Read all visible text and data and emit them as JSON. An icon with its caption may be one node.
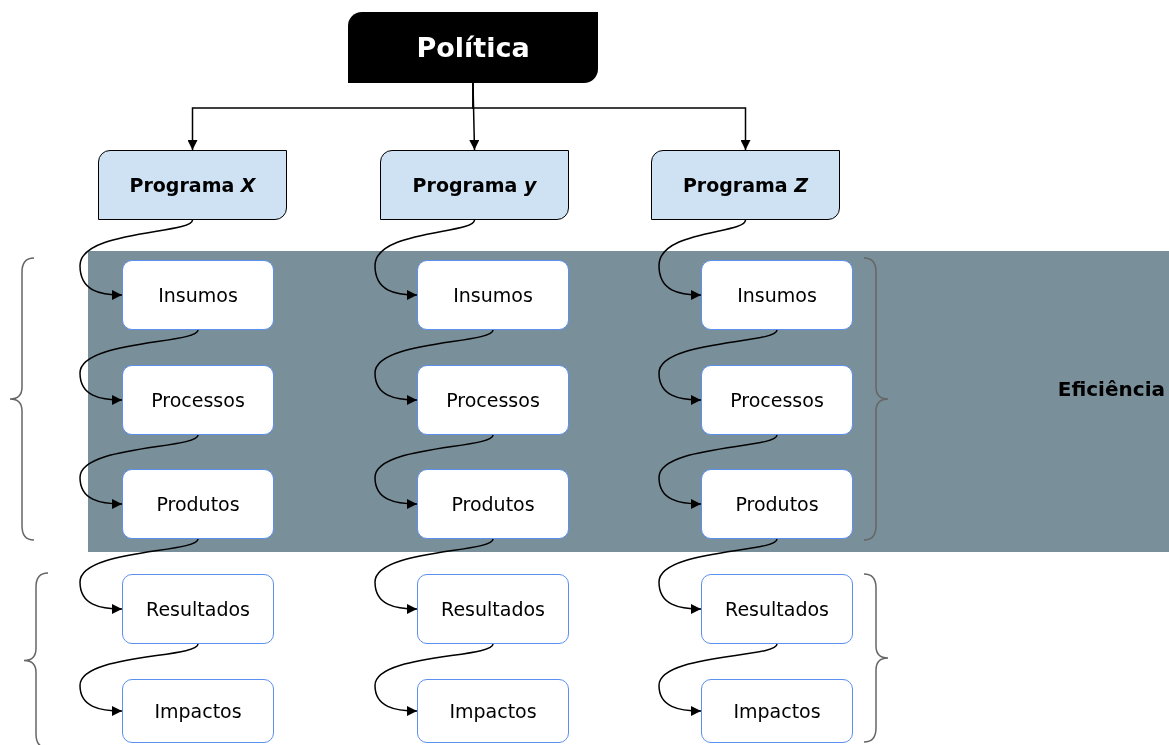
{
  "diagram": {
    "nodes": [
      {
        "text": [
          "Política"
        ]
      },
      {
        "text": [
          "Programa *X*"
        ]
      },
      {
        "text": [
          "Programa *y*"
        ]
      },
      {
        "text": [
          "Programa *Z*"
        ]
      },
      {
        "text": [
          "Eficiência"
        ]
      },
      {
        "text": [
          "Insumos"
        ],
        "in": 4
      },
      {
        "text": [
          "Processos"
        ],
        "in": 4
      },
      {
        "text": [
          "Produtos"
        ],
        "in": 4
      },
      {
        "text": [
          "Resultados"
        ]
      },
      {
        "text": [
          "Impactos"
        ]
      },
      {
        "text": [
          "Insumos"
        ],
        "in": 4
      },
      {
        "text": [
          "Processos"
        ],
        "in": 4
      },
      {
        "text": [
          "Produtos"
        ],
        "in": 4
      },
      {
        "text": [
          "Resultados"
        ]
      },
      {
        "text": [
          "Impactos"
        ]
      },
      {
        "text": [
          "Insumos"
        ],
        "in": 4
      },
      {
        "text": [
          "Processos"
        ],
        "in": 4
      },
      {
        "text": [
          "Produtos"
        ],
        "in": 4
      },
      {
        "text": [
          "Resultados"
        ]
      },
      {
        "text": [
          "Impactos"
        ]
      }
    ],
    "edges": [
      {
        "from": 0,
        "to": 1,
        "arrow": "to"
      },
      {
        "from": 0,
        "to": 2,
        "arrow": "to"
      },
      {
        "from": 0,
        "to": 3,
        "arrow": "to"
      },
      {
        "from": 1,
        "to": 5,
        "arrow": "to"
      },
      {
        "from": 5,
        "to": 6,
        "arrow": "to"
      },
      {
        "from": 6,
        "to": 7,
        "arrow": "to"
      },
      {
        "from": 7,
        "to": 8,
        "arrow": "to"
      },
      {
        "from": 8,
        "to": 9,
        "arrow": "to"
      },
      {
        "from": 2,
        "to": 10,
        "arrow": "to"
      },
      {
        "from": 10,
        "to": 11,
        "arrow": "to"
      },
      {
        "from": 11,
        "to": 12,
        "arrow": "to"
      },
      {
        "from": 12,
        "to": 13,
        "arrow": "to"
      },
      {
        "from": 13,
        "to": 14,
        "arrow": "to"
      },
      {
        "from": 3,
        "to": 15,
        "arrow": "to"
      },
      {
        "from": 15,
        "to": 16,
        "arrow": "to"
      },
      {
        "from": 16,
        "to": 17,
        "arrow": "to"
      },
      {
        "from": 17,
        "to": 18,
        "arrow": "to"
      },
      {
        "from": 18,
        "to": 19,
        "arrow": "to"
      }
    ]
  }
}
